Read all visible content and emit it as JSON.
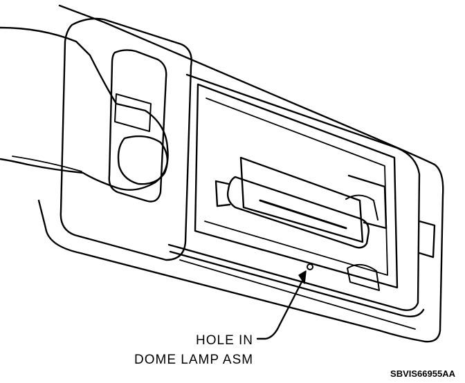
{
  "diagram": {
    "callout": {
      "line1": "HOLE IN",
      "line2": "DOME LAMP ASM"
    },
    "figure_code": "SBVIS66955AA"
  },
  "colors": {
    "ink": "#000000",
    "paper": "#ffffff"
  }
}
